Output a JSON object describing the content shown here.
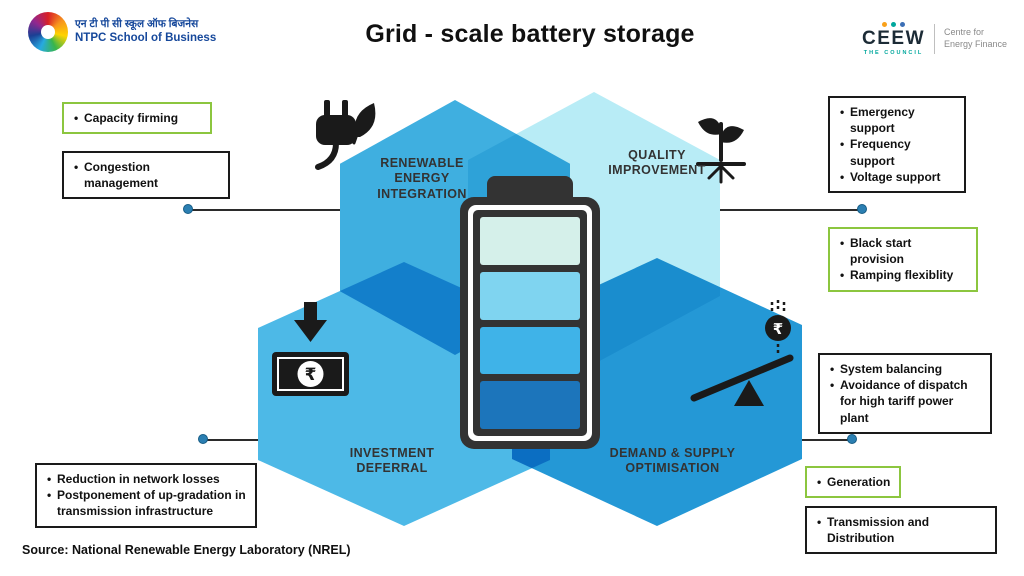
{
  "header": {
    "title": "Grid - scale battery storage",
    "ntpc_logo": {
      "hindi_line": "एन टी पी सी स्कूल ऑफ बिजनेस",
      "english_line": "NTPC School of Business"
    },
    "ceew_logo": {
      "name": "CEEW",
      "council": "THE COUNCIL",
      "tagline": "Centre for\nEnergy Finance",
      "dot_colors": [
        "#F9A11B",
        "#00A79D",
        "#3C6FB6"
      ]
    }
  },
  "diagram": {
    "sections": [
      {
        "id": "renewable-energy-integration",
        "label": "RENEWABLE\nENERGY\nINTEGRATION",
        "icon": "plug-leaf-icon",
        "hex_color": "#3FAFE0"
      },
      {
        "id": "quality-improvement",
        "label": "QUALITY\nIMPROVEMENT",
        "icon": "sprout-icon",
        "hex_color": "#B8ECF6"
      },
      {
        "id": "investment-deferral",
        "label": "INVESTMENT\nDEFERRAL",
        "icon": "rupee-note-down-arrow-icon",
        "hex_color": "#4DB9E7"
      },
      {
        "id": "demand-supply-optimisation",
        "label": "DEMAND & SUPPLY\nOPTIMISATION",
        "icon": "seesaw-balance-icon",
        "hex_color": "#2498D6"
      }
    ],
    "battery": {
      "body_color": "#333333",
      "cell_colors": [
        "#D5F0EA",
        "#7FD4F0",
        "#3FB3E8",
        "#1C75BB"
      ]
    }
  },
  "icons": {
    "rupee_symbol": "₹"
  },
  "colors": {
    "green_border": "#8CC63F",
    "black_border": "#1A1A1A"
  },
  "callouts": [
    {
      "id": "capacity-firming",
      "border": "green",
      "items": [
        "Capacity firming"
      ]
    },
    {
      "id": "congestion-management",
      "border": "black",
      "items": [
        "Congestion management"
      ]
    },
    {
      "id": "emergency-frequency-voltage",
      "border": "black",
      "items": [
        "Emergency support",
        "Frequency support",
        "Voltage support"
      ]
    },
    {
      "id": "black-start-ramping",
      "border": "green",
      "items": [
        "Black start provision",
        "Ramping flexiblity"
      ]
    },
    {
      "id": "system-balancing",
      "border": "black",
      "items": [
        "System balancing",
        "Avoidance of dispatch for high tariff power plant"
      ]
    },
    {
      "id": "generation",
      "border": "green",
      "items": [
        "Generation"
      ]
    },
    {
      "id": "transmission-distribution",
      "border": "black",
      "items": [
        "Transmission and Distribution"
      ]
    },
    {
      "id": "network-losses",
      "border": "black",
      "items": [
        "Reduction in network losses",
        "Postponement  of up-gradation in transmission infrastructure"
      ]
    }
  ],
  "source": "Source: National Renewable Energy Laboratory (NREL)"
}
